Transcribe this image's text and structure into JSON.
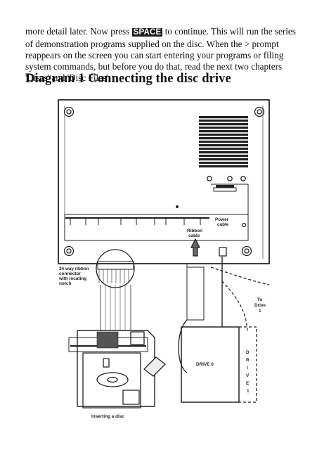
{
  "text": {
    "para_1": "more detail later. Now press ",
    "key_label": "SPACE",
    "para_2": " to continue. This will run the series of demonstration programs supplied on the disc. When the > prompt reappears on the screen you can start entering your programs or filing system commands, but before you do that, read the next two chapters 'Discs' and 'Disc Files'.",
    "heading": "Diagram 1 Connecting the disc drive"
  },
  "labels": {
    "power_1": "Power",
    "power_2": "cable",
    "ribbon_1": "Ribbon",
    "ribbon_2": "cable",
    "connector_1": "34 way ribbon",
    "connector_2": "connector",
    "connector_3": "with locating",
    "connector_4": "notch",
    "to_drive_1": "To",
    "to_drive_2": "Drive",
    "to_drive_3": "1",
    "drive0": "DRIVE 0",
    "drive1_letters": [
      "D",
      "R",
      "I",
      "V",
      "E",
      "1"
    ],
    "inserting": "Inserting a disc"
  }
}
